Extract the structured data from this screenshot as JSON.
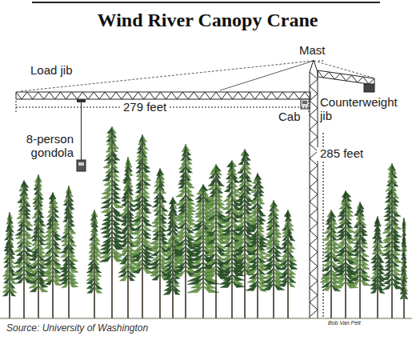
{
  "diagram": {
    "title": "Wind River Canopy Crane",
    "caption": "Source: University of Washington",
    "labels": [
      "Load jib",
      "Mast",
      "279 feet",
      "Counterweight jib",
      "Cab",
      "8-person gondola",
      "285 feet",
      "Bob Van Pelt"
    ]
  }
}
